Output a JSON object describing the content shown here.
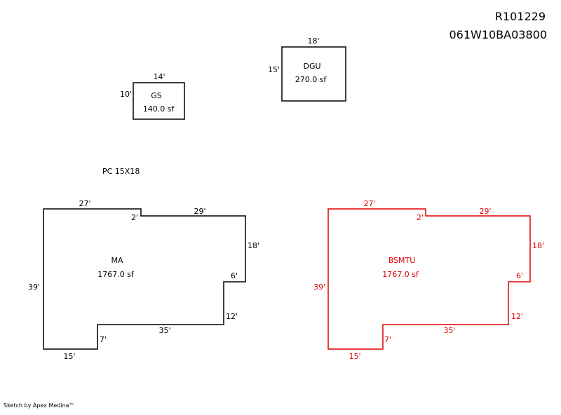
{
  "header": {
    "parcel_id": "R101229",
    "map_number": "061W10BA03800"
  },
  "note": "PC 15X18",
  "footer": "Sketch by Apex Medina™",
  "colors": {
    "default": "#000000",
    "basement": "#e00000"
  },
  "areas": {
    "dgu": {
      "label": "DGU",
      "area": "270.0 sf",
      "top": "18'",
      "left": "15'"
    },
    "gs": {
      "label": "GS",
      "area": "140.0 sf",
      "top": "14'",
      "left": "10'"
    },
    "ma": {
      "label": "MA",
      "area": "1767.0 sf",
      "dims": {
        "top": "27'",
        "notch": "2'",
        "top_right": "29'",
        "right": "18'",
        "step": "6'",
        "right_lower": "12'",
        "bottom_right": "35'",
        "inner": "7'",
        "bottom": "15'",
        "left": "39'"
      }
    },
    "bsmtu": {
      "label": "BSMTU",
      "area": "1767.0 sf",
      "dims": {
        "top": "27'",
        "notch": "2'",
        "top_right": "29'",
        "right": "18'",
        "step": "6'",
        "right_lower": "12'",
        "bottom_right": "35'",
        "inner": "7'",
        "bottom": "15'",
        "left": "39'"
      }
    }
  }
}
